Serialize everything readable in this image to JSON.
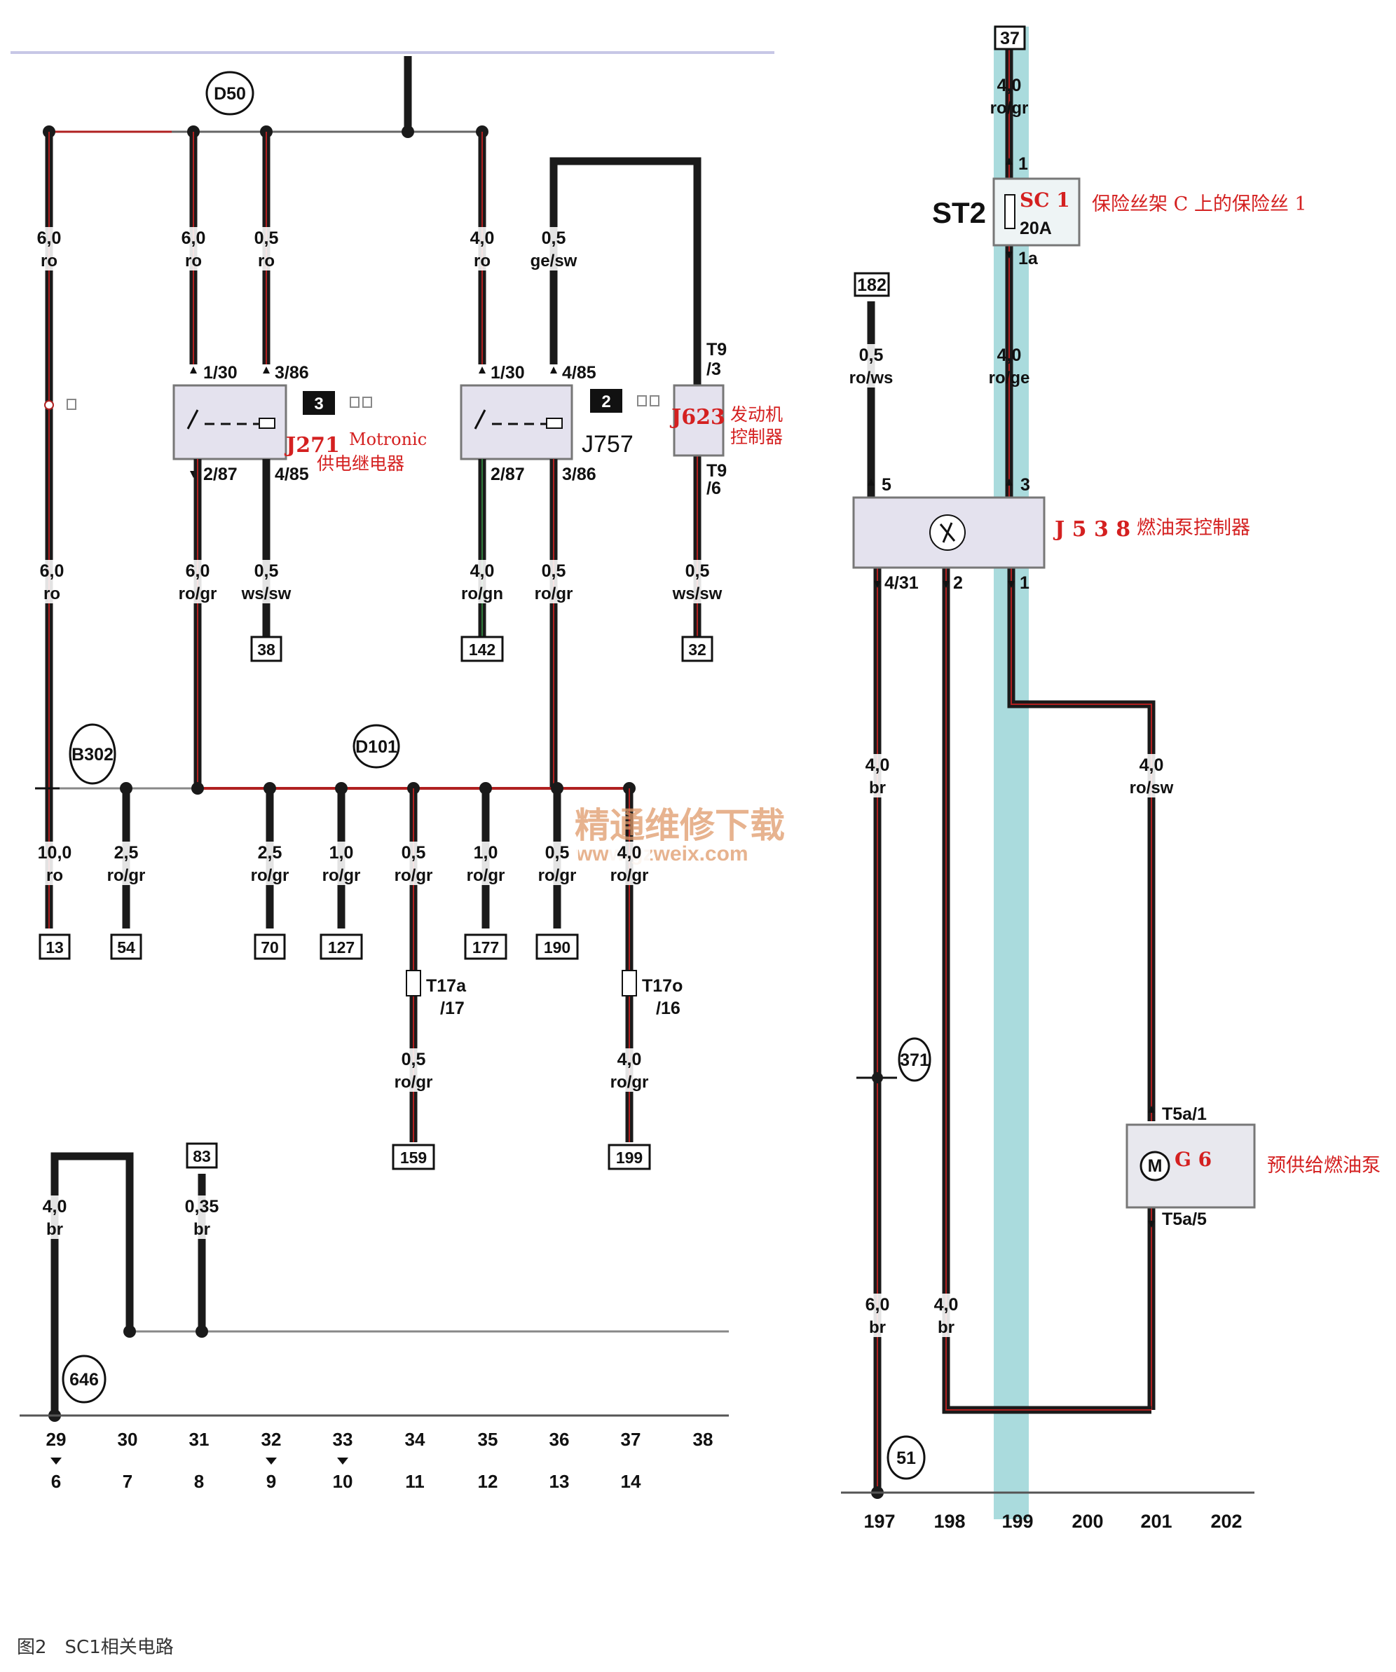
{
  "caption": {
    "fig": "图2",
    "title": "SC1相关电路"
  },
  "watermark": {
    "line1": "精通维修下载",
    "line2": "www.gzweix.com"
  },
  "nodes": [
    "D50",
    "D101",
    "B302",
    "646",
    "371",
    "51"
  ],
  "components": {
    "j271": {
      "code": "J271",
      "name": "Motronic",
      "desc": "供电继电器",
      "number": "3",
      "pins": [
        "1/30",
        "3/86",
        "2/87",
        "4/85"
      ]
    },
    "j757": {
      "code": "J757",
      "number": "2",
      "pins": [
        "1/30",
        "4/85",
        "2/87",
        "3/86"
      ]
    },
    "j623": {
      "code": "J623",
      "desc1": "发动机",
      "desc2": "控制器",
      "pin_top1": "T9",
      "pin_top2": "/3",
      "pin_bot1": "T9",
      "pin_bot2": "/6"
    },
    "sc1": {
      "code": "SC 1",
      "rating": "20A",
      "holder": "ST2",
      "desc": "保险丝架 C 上的保险丝 1",
      "pin_in": "1",
      "pin_out": "1a"
    },
    "j538": {
      "code": "J 5 3 8",
      "desc": "燃油泵控制器",
      "pins": [
        "5",
        "3",
        "4/31",
        "2",
        "1"
      ]
    },
    "g6": {
      "code": "G 6",
      "desc": "预供给燃油泵",
      "pin_top": "T5a/1",
      "pin_bot": "T5a/5"
    }
  },
  "connectors": [
    {
      "code": "T17a",
      "pin": "/17"
    },
    {
      "code": "T17o",
      "pin": "/16"
    }
  ],
  "wires": [
    {
      "gauge": "6,0",
      "color": "ro"
    },
    {
      "gauge": "6,0",
      "color": "ro"
    },
    {
      "gauge": "0,5",
      "color": "ro"
    },
    {
      "gauge": "4,0",
      "color": "ro"
    },
    {
      "gauge": "0,5",
      "color": "ge/sw"
    },
    {
      "gauge": "6,0",
      "color": "ro"
    },
    {
      "gauge": "6,0",
      "color": "ro/gr"
    },
    {
      "gauge": "0,5",
      "color": "ws/sw"
    },
    {
      "gauge": "4,0",
      "color": "ro/gn"
    },
    {
      "gauge": "0,5",
      "color": "ro/gr"
    },
    {
      "gauge": "0,5",
      "color": "ws/sw"
    },
    {
      "gauge": "10,0",
      "color": "ro"
    },
    {
      "gauge": "2,5",
      "color": "ro/gr"
    },
    {
      "gauge": "2,5",
      "color": "ro/gr"
    },
    {
      "gauge": "1,0",
      "color": "ro/gr"
    },
    {
      "gauge": "0,5",
      "color": "ro/gr"
    },
    {
      "gauge": "1,0",
      "color": "ro/gr"
    },
    {
      "gauge": "0,5",
      "color": "ro/gr"
    },
    {
      "gauge": "4,0",
      "color": "ro/gr"
    },
    {
      "gauge": "0,5",
      "color": "ro/gr"
    },
    {
      "gauge": "4,0",
      "color": "ro/gr"
    },
    {
      "gauge": "4,0",
      "color": "br"
    },
    {
      "gauge": "0,35",
      "color": "br"
    },
    {
      "gauge": "4,0",
      "color": "ro/gr"
    },
    {
      "gauge": "0,5",
      "color": "ro/ws"
    },
    {
      "gauge": "4,0",
      "color": "ro/ge"
    },
    {
      "gauge": "4,0",
      "color": "br"
    },
    {
      "gauge": "4,0",
      "color": "ro/sw"
    },
    {
      "gauge": "6,0",
      "color": "br"
    },
    {
      "gauge": "4,0",
      "color": "br"
    }
  ],
  "refs": [
    "38",
    "142",
    "32",
    "13",
    "54",
    "70",
    "127",
    "177",
    "190",
    "159",
    "199",
    "83",
    "37",
    "182"
  ],
  "left_scale": {
    "top": [
      "29",
      "30",
      "31",
      "32",
      "33",
      "34",
      "35",
      "36",
      "37",
      "38"
    ],
    "bottom": [
      "6",
      "7",
      "8",
      "9",
      "10",
      "11",
      "12",
      "13",
      "14"
    ]
  },
  "right_scale": [
    "197",
    "198",
    "199",
    "200",
    "201",
    "202"
  ],
  "style": {
    "wire_dark": "#1a1a1a",
    "wire_red": "#b02020",
    "highlight": "#8ecfd2",
    "label_red": "#d42020",
    "box_fill": "#e4e2ee"
  }
}
